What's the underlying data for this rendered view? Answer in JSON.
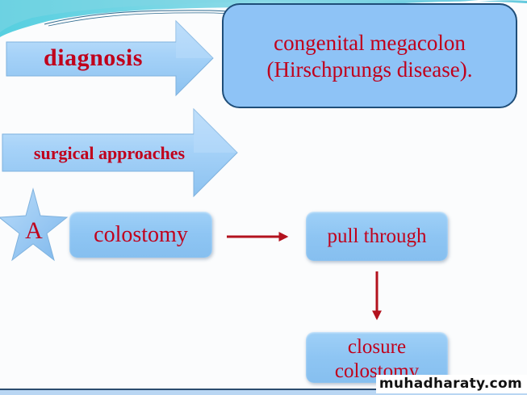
{
  "slide": {
    "theme_colors": {
      "text_accent": "#c0001c",
      "shape_fill": "#8ec3f6",
      "box_border": "#1f4e79",
      "arrow_connector": "#b3121e",
      "header_swoosh": "#5fc8dc"
    },
    "diagnosis_arrow": {
      "label": "diagnosis"
    },
    "diagnosis_box": {
      "line1": "congenital megacolon",
      "line2": "(Hirschprungs disease)."
    },
    "surgical_arrow": {
      "label": "surgical approaches"
    },
    "star": {
      "label": "A"
    },
    "flow": {
      "step1": "colostomy",
      "step2": "pull through",
      "step3_line1": "closure",
      "step3_line2": "colostomy"
    },
    "watermark": "muhadharaty.com"
  }
}
